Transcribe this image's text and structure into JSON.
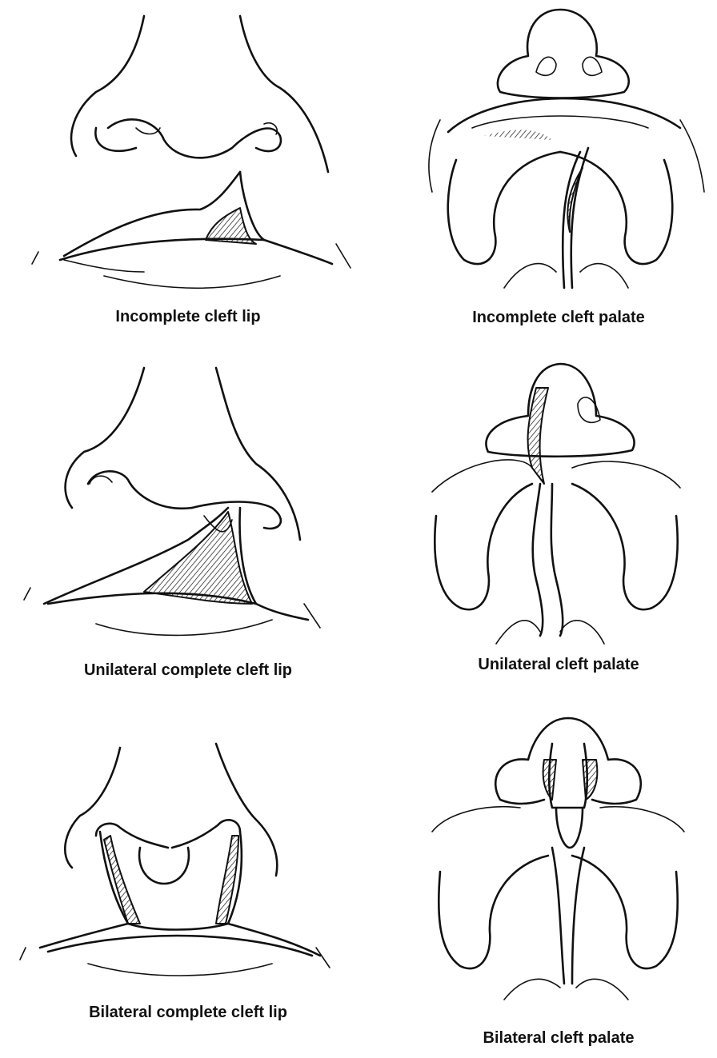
{
  "figure": {
    "panels": [
      {
        "id": "incomplete-cleft-lip",
        "caption": "Incomplete cleft lip"
      },
      {
        "id": "incomplete-cleft-palate",
        "caption": "Incomplete cleft palate"
      },
      {
        "id": "unilateral-complete-cleft-lip",
        "caption": "Unilateral complete cleft lip"
      },
      {
        "id": "unilateral-cleft-palate",
        "caption": "Unilateral cleft palate"
      },
      {
        "id": "bilateral-complete-cleft-lip",
        "caption": "Bilateral complete cleft lip"
      },
      {
        "id": "bilateral-cleft-palate",
        "caption": "Bilateral cleft palate"
      }
    ]
  }
}
